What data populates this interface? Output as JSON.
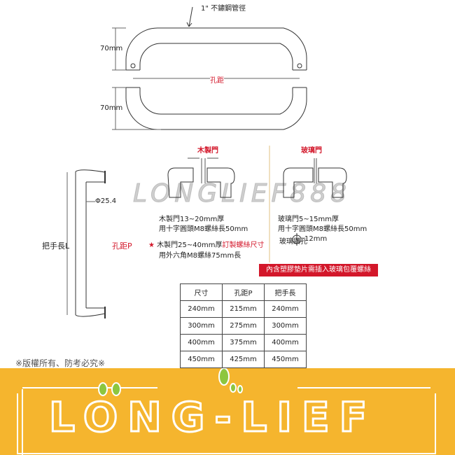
{
  "top": {
    "pipe_label": "1\" 不鏽鋼管徑",
    "height_top": "70mm",
    "height_bottom": "70mm",
    "hole_distance": "孔距"
  },
  "side": {
    "length_label": "把手長L",
    "hole_label": "孔距P",
    "diameter": "Φ25.4"
  },
  "wood": {
    "title": "木製門",
    "line1": "木製門13~20mm厚",
    "line2": "用十字圓頭M8螺絲長50mm",
    "line3a": "木製門25~40mm厚",
    "line3b": "訂製螺絲尺寸",
    "line4": "用外六角M8螺絲75mm長"
  },
  "glass": {
    "title": "玻璃門",
    "line1": "玻璃門5~15mm厚",
    "line2": "用十字圓頭M8螺絲長50mm",
    "line3": "玻璃鑽孔",
    "line3b": "12mm",
    "note": "內含塑膠墊片需插入玻璃包覆螺絲"
  },
  "watermark": "LONGLIEF888",
  "table": {
    "headers": [
      "尺寸",
      "孔距P",
      "把手長"
    ],
    "rows": [
      [
        "240mm",
        "215mm",
        "240mm"
      ],
      [
        "300mm",
        "275mm",
        "300mm"
      ],
      [
        "400mm",
        "375mm",
        "400mm"
      ],
      [
        "450mm",
        "425mm",
        "450mm"
      ]
    ]
  },
  "copyright": "※版權所有、防考必究※",
  "brand": "LONG-LIEF",
  "colors": {
    "accent": "#d3172a",
    "banner": "#f5b52e"
  }
}
